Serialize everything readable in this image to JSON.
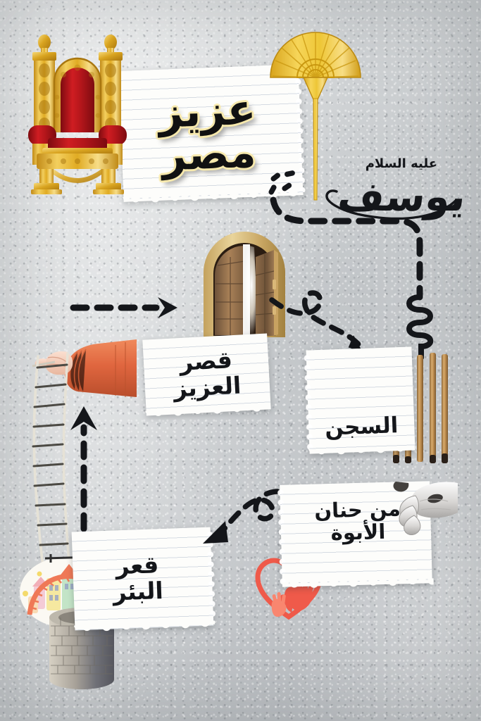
{
  "poster": {
    "title": "عزيز مصر",
    "title_lines": [
      "عزيز",
      "مصر"
    ],
    "calligraphy_name": "يوسف",
    "calligraphy_honorific": "عليه السلام",
    "background_color": "#c9cbcd",
    "ink_color": "#14161a",
    "title_outline_color": "#f7e9ad",
    "gold_color": "#e8b32a",
    "throne_red": "#b4161b",
    "heart_red": "#ef5a4a",
    "sweater_orange": "#e0663f",
    "wood_color": "#b9854a"
  },
  "labels": {
    "palace": {
      "text": "قصر\nالعزيز",
      "lines": [
        "قصر",
        "العزيز"
      ]
    },
    "prison": {
      "text": "السجن",
      "lines": [
        "السجن"
      ]
    },
    "fatherhood": {
      "text": "من حنان\nالأبوة",
      "lines": [
        "من حنان",
        "الأبوة"
      ]
    },
    "well": {
      "text": "قعر\nالبئر",
      "lines": [
        "قعر",
        "البئر"
      ]
    }
  },
  "illustrations": {
    "throne": "golden-throne-icon",
    "fan": "egyptian-gold-fan-icon",
    "door": "arched-wooden-door-icon",
    "prison_bars": "wooden-prison-bars-icon",
    "chains": "iron-chains-icon",
    "arm": "orange-sleeve-arm-icon",
    "ladder": "rope-ladder-icon",
    "well": "stone-well-icon",
    "heart": "heart-with-handprints-icon",
    "hand": "grasping-hand-icon"
  },
  "arrows": [
    {
      "name": "title-to-prison",
      "style": "thick-dashed-with-coil",
      "from": "عزيز مصر",
      "to": "السجن"
    },
    {
      "name": "door-to-prison",
      "style": "dashed-curve-loop",
      "from": "قصر العزيز",
      "to": "السجن"
    },
    {
      "name": "palace-entry",
      "style": "straight-dashed-right",
      "from": "قعر البئر",
      "to": "قصر العزيز"
    },
    {
      "name": "well-to-palace",
      "style": "straight-dashed-up",
      "from": "قعر البئر",
      "to": "قصر العزيز"
    },
    {
      "name": "fatherhood-to-well",
      "style": "dashed-loop",
      "from": "من حنان الأبوة",
      "to": "قعر البئر"
    }
  ]
}
